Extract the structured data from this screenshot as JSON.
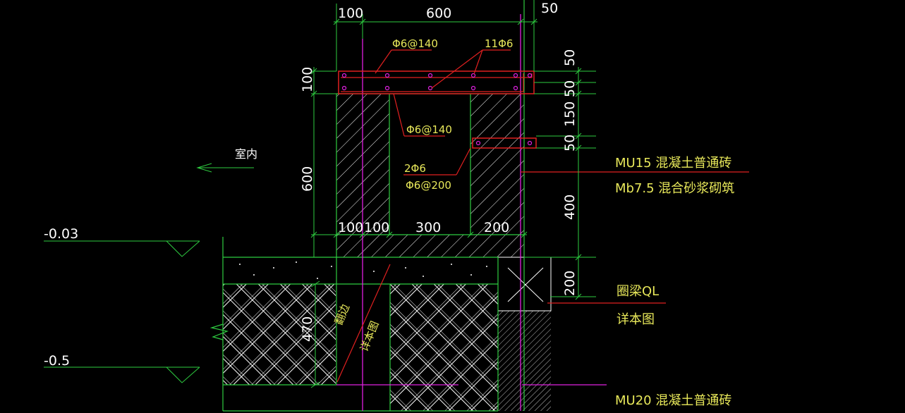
{
  "colors": {
    "background": "#000000",
    "green": "#2ecc40",
    "magenta": "#e020e0",
    "red": "#e02020",
    "white": "#ffffff",
    "yellow": "#e8e85a"
  },
  "dims_top": {
    "d100": "100",
    "d600": "600",
    "d50": "50"
  },
  "dims_right": {
    "r50a": "50",
    "r50b": "50",
    "r150": "150",
    "r50c": "50",
    "r400": "400",
    "r200": "200"
  },
  "dims_left": {
    "l100": "100",
    "l600": "600",
    "l470": "470"
  },
  "dims_mid": {
    "m100a": "100",
    "m100b": "100",
    "m300": "300",
    "m200": "200"
  },
  "rebar": {
    "top_stirrup": "Φ6@140",
    "top_long": "11Φ6",
    "mid_stirrup": "Φ6@140",
    "band_long": "2Φ6",
    "band_stirrup": "Φ6@200"
  },
  "labels": {
    "indoor": "室内",
    "brick_upper": "MU15 混凝土普通砖",
    "mortar_upper": "Mb7.5 混合砂浆砌筑",
    "ring_beam": "圈梁QL",
    "detail": "详本图",
    "footing_note_1": "翻边",
    "footing_note_2": "详本图",
    "brick_lower": "MU20 混凝土普通砖"
  },
  "levels": {
    "lv1": "-0.03",
    "lv2": "-0.5"
  }
}
